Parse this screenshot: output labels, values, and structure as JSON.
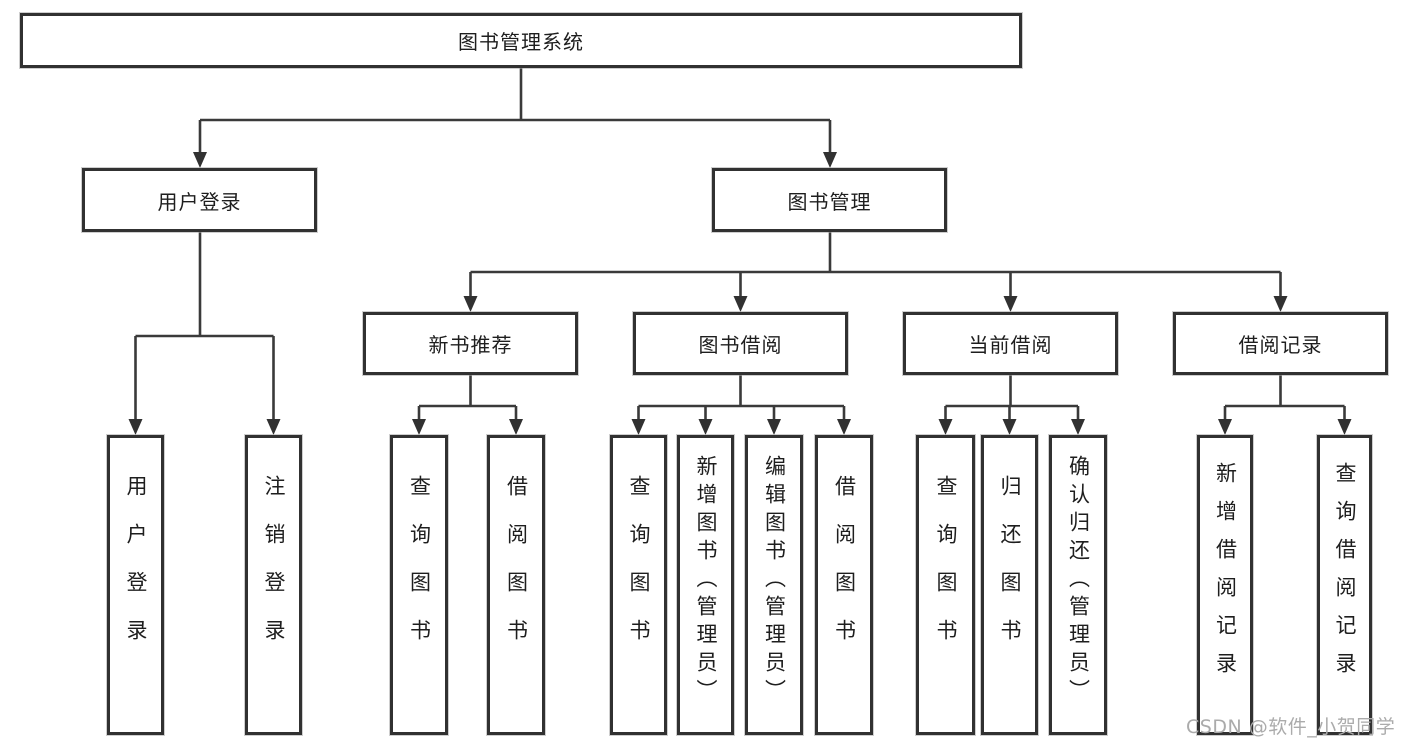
{
  "tree": {
    "label": "图书管理系统",
    "children": [
      {
        "label": "用户登录",
        "children": [
          {
            "label": "用户登录"
          },
          {
            "label": "注销登录"
          }
        ]
      },
      {
        "label": "图书管理",
        "children": [
          {
            "label": "新书推荐",
            "children": [
              {
                "label": "查询图书"
              },
              {
                "label": "借阅图书"
              }
            ]
          },
          {
            "label": "图书借阅",
            "children": [
              {
                "label": "查询图书"
              },
              {
                "label": "新增图书（管理员）"
              },
              {
                "label": "编辑图书（管理员）"
              },
              {
                "label": "借阅图书"
              }
            ]
          },
          {
            "label": "当前借阅",
            "children": [
              {
                "label": "查询图书"
              },
              {
                "label": "归还图书"
              },
              {
                "label": "确认归还（管理员）"
              }
            ]
          },
          {
            "label": "借阅记录",
            "children": [
              {
                "label": "新增借阅记录"
              },
              {
                "label": "查询借阅记录"
              }
            ]
          }
        ]
      }
    ]
  },
  "watermark": "CSDN @软件_小贺同学",
  "colors": {
    "line": "#3a3a3a",
    "box_border": "#313131",
    "text": "#1e1e1e",
    "watermark": "#ababab",
    "background": "#ffffff"
  }
}
